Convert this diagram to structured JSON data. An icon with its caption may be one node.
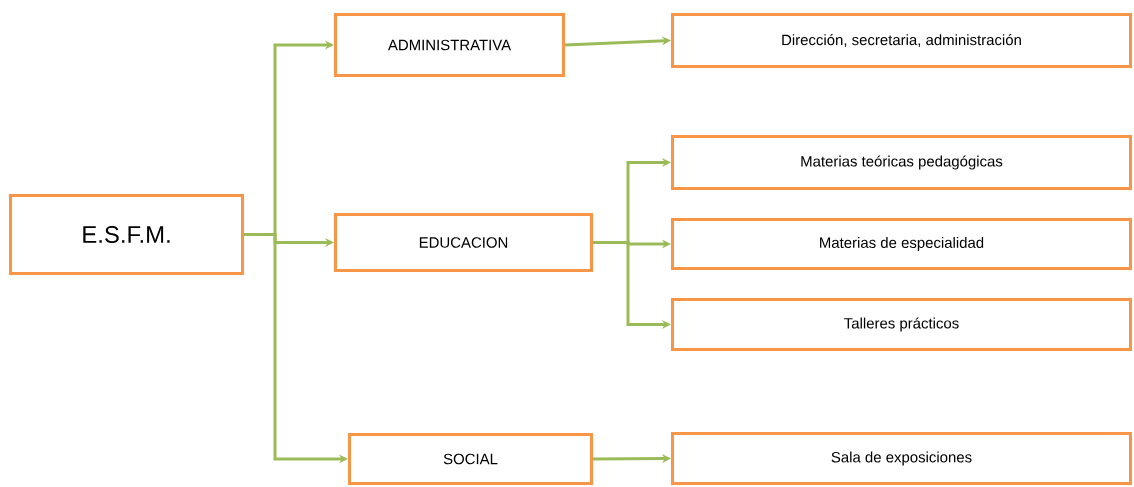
{
  "diagram": {
    "nodes": [
      {
        "text": [
          "E.S.F.M."
        ]
      },
      {
        "text": [
          "ADMINISTRATIVA"
        ]
      },
      {
        "text": [
          "EDUCACION"
        ]
      },
      {
        "text": [
          "SOCIAL"
        ]
      },
      {
        "text": [
          "Dirección, secretaria, administración"
        ]
      },
      {
        "text": [
          "Materias teóricas pedagógicas"
        ]
      },
      {
        "text": [
          "Materias de especialidad"
        ]
      },
      {
        "text": [
          "Talleres prácticos"
        ]
      },
      {
        "text": [
          "Sala de exposiciones"
        ]
      }
    ],
    "edges": [
      {
        "from": 0,
        "to": 1,
        "arrow": "to"
      },
      {
        "from": 0,
        "to": 2,
        "arrow": "to"
      },
      {
        "from": 0,
        "to": 3,
        "arrow": "to"
      },
      {
        "from": 1,
        "to": 4,
        "arrow": "to"
      },
      {
        "from": 2,
        "to": 5,
        "arrow": "to"
      },
      {
        "from": 2,
        "to": 6,
        "arrow": "to"
      },
      {
        "from": 2,
        "to": 7,
        "arrow": "to"
      },
      {
        "from": 3,
        "to": 8,
        "arrow": "to"
      }
    ]
  }
}
